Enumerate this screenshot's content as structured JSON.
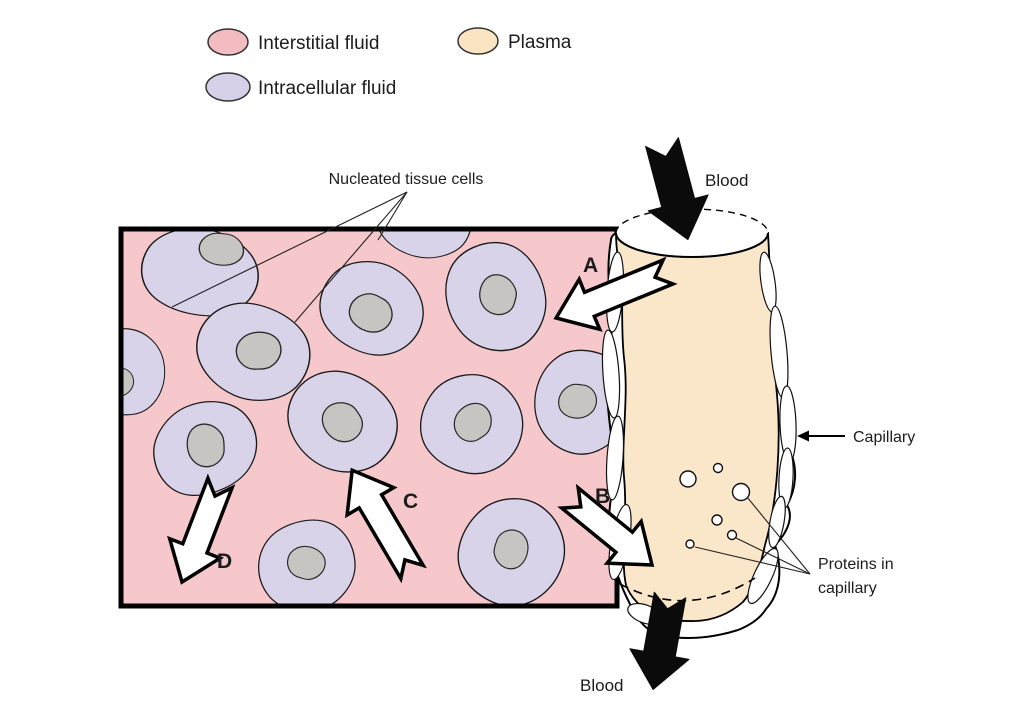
{
  "legend": {
    "items": [
      {
        "label": "Interstitial fluid",
        "color": "#f2bcc1"
      },
      {
        "label": "Plasma",
        "color": "#fbe4c2"
      },
      {
        "label": "Intracellular fluid",
        "color": "#d6d0e8"
      }
    ]
  },
  "annotations": {
    "nucleated_tissue_cells": "Nucleated tissue cells",
    "blood_top": "Blood",
    "blood_bottom": "Blood",
    "capillary": "Capillary",
    "proteins_line1": "Proteins in",
    "proteins_line2": "capillary"
  },
  "flow_labels": {
    "a": "A",
    "b": "B",
    "c": "C",
    "d": "D"
  },
  "colors": {
    "interstitial_fluid": "#f6c8cb",
    "intracellular_fluid": "#d9d3ea",
    "plasma": "#fae6c9",
    "nucleus": "#c7c5c2"
  }
}
